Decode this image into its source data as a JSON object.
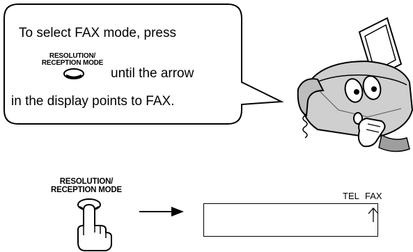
{
  "callout": {
    "line1": "To select FAX mode, press",
    "button_label_line1": "RESOLUTION/",
    "button_label_line2": "RECEPTION MODE",
    "line2": "until the arrow",
    "line3": "in the display points to FAX."
  },
  "step": {
    "button_label_line1": "RESOLUTION/",
    "button_label_line2": "RECEPTION MODE",
    "display_labels": [
      "TEL",
      "FAX"
    ]
  },
  "icons": {
    "speech_bubble": "speech-bubble",
    "fax_machine": "fax-machine-mascot-icon",
    "pressing_hand": "pressing-hand-icon",
    "next_arrow": "right-arrow-icon",
    "display_arrow": "up-arrow-icon"
  }
}
